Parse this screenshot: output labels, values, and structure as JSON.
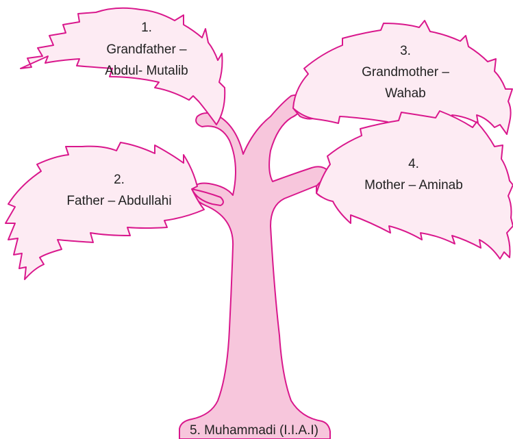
{
  "nodes": [
    {
      "number": "1.",
      "name": "Grandfather –",
      "name_line2": "Abdul- Mutalib"
    },
    {
      "number": "2.",
      "name": "Father – Abdullahi"
    },
    {
      "number": "3.",
      "name": "Grandmother –",
      "name_line2": "Wahab"
    },
    {
      "number": "4.",
      "name": "Mother – Aminab"
    },
    {
      "name": "5. Muhammadi (I.I.A.I)"
    }
  ],
  "colors": {
    "outline": "#d9178c",
    "leaf_fill": "#fdebf3",
    "trunk_fill": "#f7c6dc"
  }
}
